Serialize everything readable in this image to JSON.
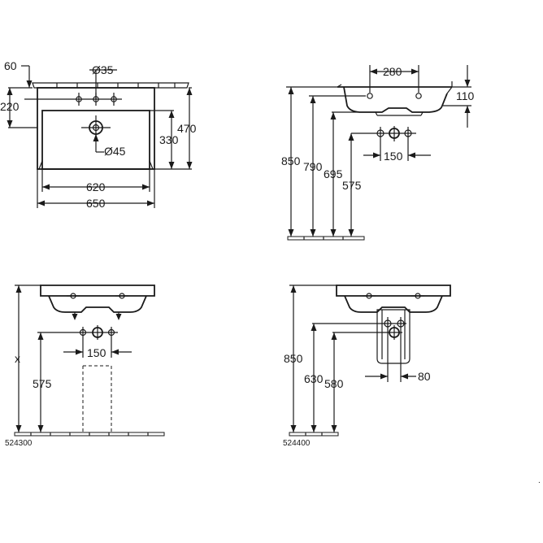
{
  "top_view": {
    "dim_60": "60",
    "dim_220": "220",
    "dim_dia35": "Ø35",
    "dim_dia45": "Ø45",
    "dim_330": "330",
    "dim_470": "470",
    "dim_620": "620",
    "dim_650": "650"
  },
  "side_view": {
    "dim_280": "280",
    "dim_110": "110",
    "dim_850": "850",
    "dim_790": "790",
    "dim_695": "695",
    "dim_575": "575",
    "dim_150": "150"
  },
  "front_pedestal": {
    "dim_x": "x",
    "dim_150": "150",
    "dim_575": "575",
    "model": "524300"
  },
  "front_semi": {
    "dim_850": "850",
    "dim_630": "630",
    "dim_580": "580",
    "dim_80": "80",
    "model": "524400"
  },
  "footnote": "."
}
